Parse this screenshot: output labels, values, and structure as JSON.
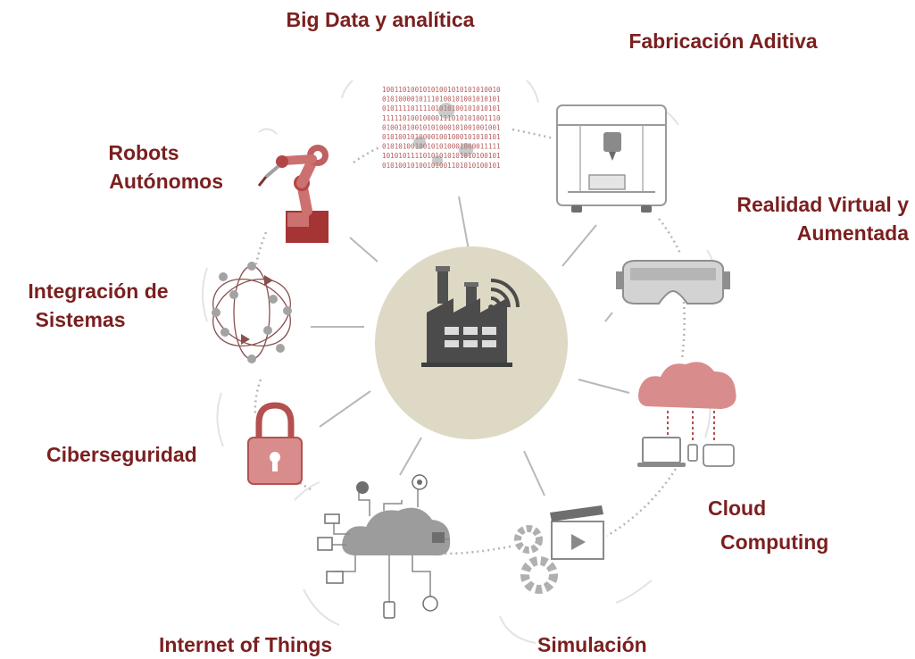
{
  "center": {
    "icon": "smart-factory-icon"
  },
  "labels": {
    "big_data": "Big Data y analítica",
    "additive": "Fabricación Aditiva",
    "robots_line1": "Robots",
    "robots_line2": "Autónomos",
    "vr_line1": "Realidad Virtual y",
    "vr_line2": "Aumentada",
    "integration_line1": "Integración de",
    "integration_line2": "Sistemas",
    "cyber": "Ciberseguridad",
    "cloud_line1": "Cloud",
    "cloud_line2": "Computing",
    "iot": "Internet of Things",
    "simulation": "Simulación"
  },
  "binary_text": [
    "10011010010101001010101010010",
    "01010000101110100101001010101",
    "01011110111101010100101010101",
    "11111010010000111010101001110",
    "01001010010101000101001001001",
    "01010010100001001000101010101",
    "01010100100101010001000011111",
    "10101011110101010101010100101",
    "01010010100101001101010100101"
  ],
  "icons": [
    "binary-data-icon",
    "3d-printer-icon",
    "robot-arm-icon",
    "vr-headset-icon",
    "network-integration-icon",
    "padlock-icon",
    "cloud-devices-icon",
    "iot-cloud-icon",
    "simulation-gears-icon"
  ],
  "colors": {
    "label": "#7b1f1f",
    "center_circle": "#ded9c4",
    "accent": "#d98c8c",
    "dark_red": "#a03838",
    "gray": "#a6a6a6"
  }
}
